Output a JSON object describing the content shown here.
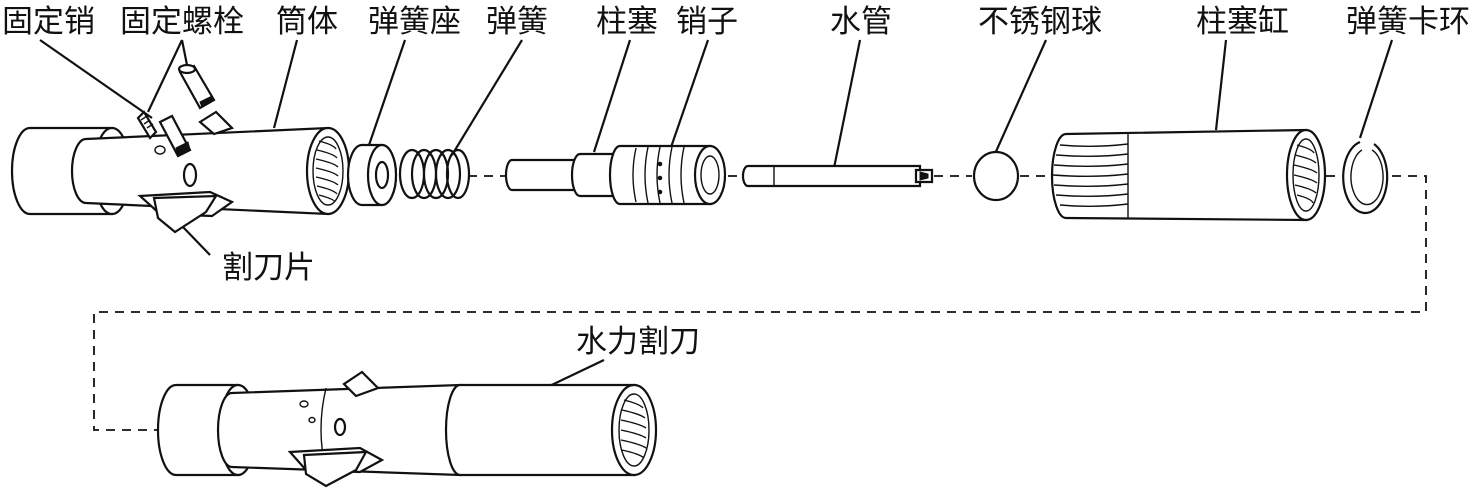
{
  "diagram": {
    "labels": {
      "fixing_pin": "固定销",
      "fixing_bolt": "固定螺栓",
      "barrel": "筒体",
      "spring_seat": "弹簧座",
      "spring": "弹簧",
      "plunger": "柱塞",
      "pin": "销子",
      "water_pipe": "水管",
      "steel_ball": "不锈钢球",
      "plunger_cylinder": "柱塞缸",
      "spring_snap_ring": "弹簧卡环",
      "cutter_blade": "割刀片",
      "hydraulic_cutter": "水力割刀"
    }
  }
}
